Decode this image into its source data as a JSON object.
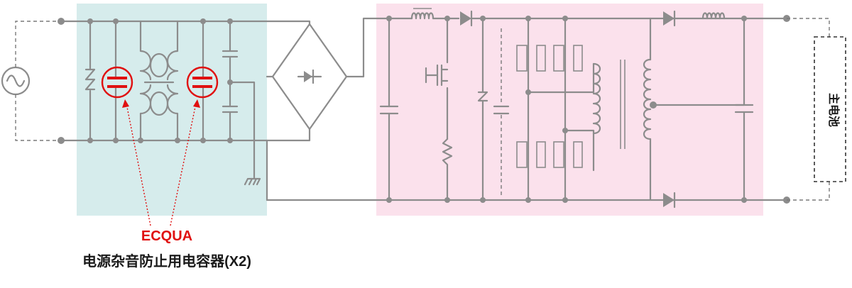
{
  "callout": {
    "part_number": "ECQUA",
    "description": "电源杂音防止用电容器(X2)"
  },
  "load": {
    "label": "主电池"
  },
  "colors": {
    "emi_filter_region": "#d6ecec",
    "converter_region": "#fbe1ec",
    "wire": "#8c8c8c",
    "highlight": "#e01010",
    "callout_text": "#e01010"
  },
  "icons": {
    "ac_source": "sine-wave-icon",
    "highlighted_capacitor": "capacitor-icon",
    "ground": "ground-icon"
  }
}
